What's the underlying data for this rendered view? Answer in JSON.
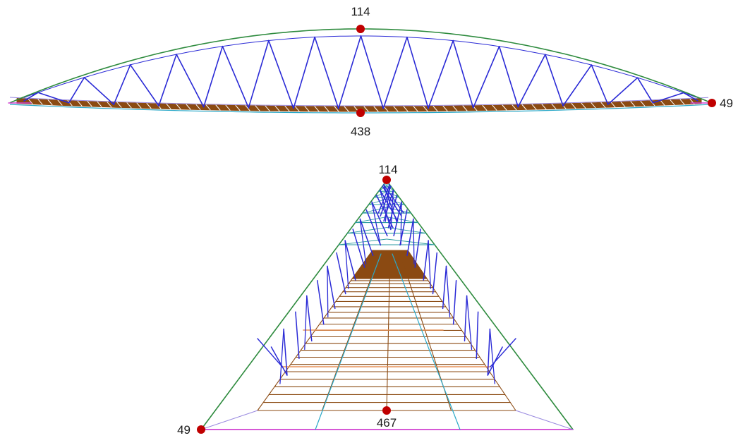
{
  "figure": {
    "elevation_view": {
      "nodes": [
        {
          "id": "top-node",
          "label": "114"
        },
        {
          "id": "end-node",
          "label": "49"
        },
        {
          "id": "bottom-node",
          "label": "438"
        }
      ]
    },
    "perspective_view": {
      "nodes": [
        {
          "id": "top-node",
          "label": "114"
        },
        {
          "id": "end-node",
          "label": "49"
        },
        {
          "id": "bottom-node",
          "label": "467"
        }
      ]
    }
  },
  "colors": {
    "arch": "#2e8b3e",
    "hanger": "#2a2ad6",
    "deck": "#8b4a12",
    "deck_light": "#e8935a",
    "tie": "#2aa8c8",
    "edge": "#d040d0",
    "lateral_light": "#9a8ae0",
    "node": "#c00000"
  }
}
